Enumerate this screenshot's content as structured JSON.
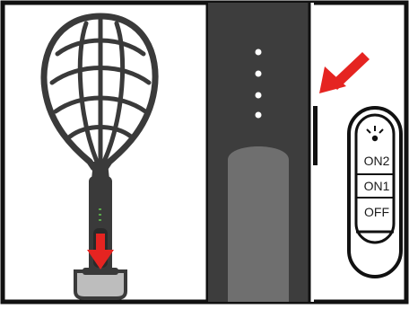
{
  "switch": {
    "on2_label": "ON2",
    "on1_label": "ON1",
    "off_label": "OFF"
  },
  "colors": {
    "frame": "#111111",
    "handle_panel": "#3d3d3d",
    "racket": "#3a3a3a",
    "arrow": "#e52421",
    "indicator_led": "#5aa84a",
    "charging_base": "#bdbdbd"
  },
  "icons": [
    "racket-illustration",
    "charging-base",
    "down-arrow-icon",
    "pointer-arrow-icon",
    "indicator-light-icon",
    "slide-switch"
  ]
}
